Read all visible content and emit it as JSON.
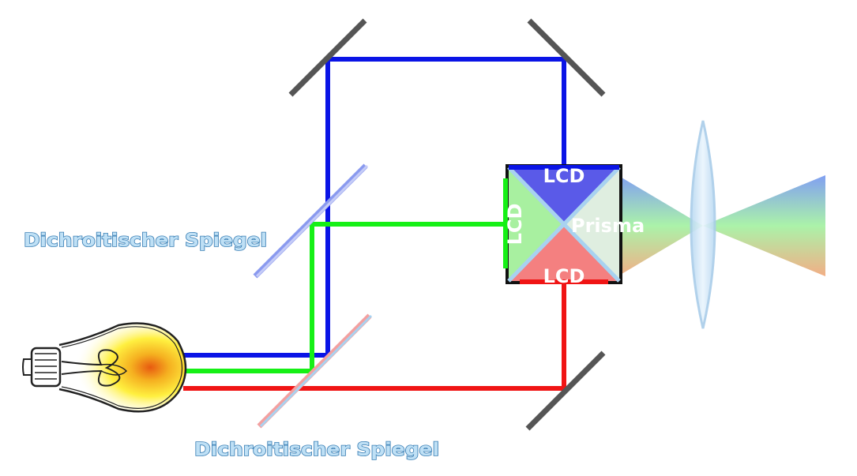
{
  "labels": {
    "mirror_upper": "Dichroitischer Spiegel",
    "mirror_lower": "Dichroitischer Spiegel",
    "lcd_top": "LCD",
    "lcd_left": "LCD",
    "lcd_bottom": "LCD",
    "prism": "Prisma"
  },
  "colors": {
    "blue": "#0a14e6",
    "green": "#16f016",
    "red": "#f01414",
    "mirror": "#555555",
    "label_fill": "#bfe0f5",
    "label_stroke": "#3a7fb5",
    "prism_blue": "#5a5ae8",
    "prism_green": "#a8f0a0",
    "prism_red": "#f48080",
    "lens": "#cfe6f7"
  }
}
